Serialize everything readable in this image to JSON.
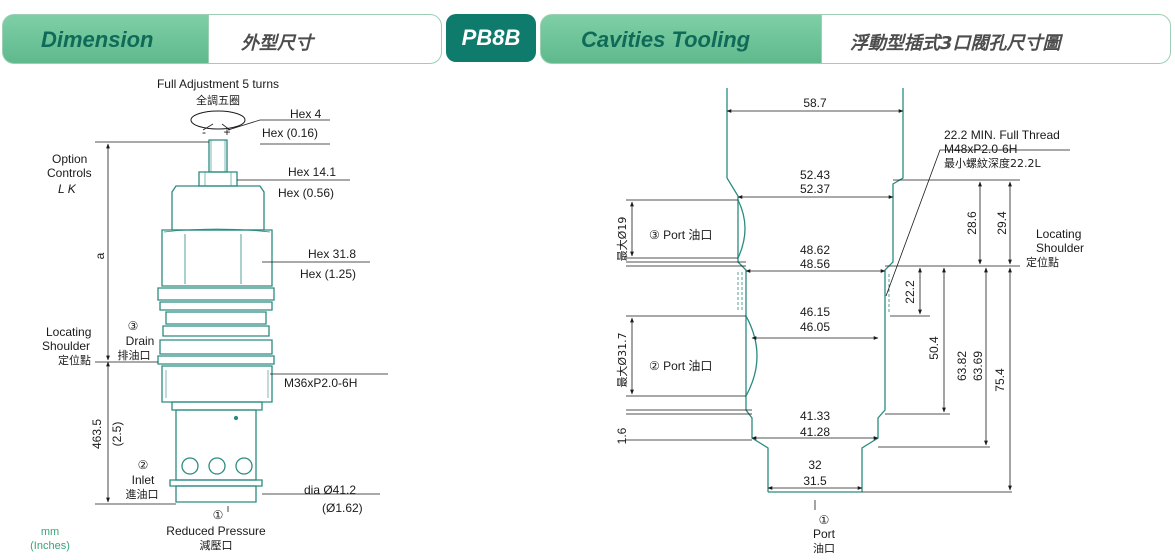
{
  "header": {
    "dimension_en": "Dimension",
    "dimension_zh": "外型尺寸",
    "model_code": "PB8B",
    "cavities_en": "Cavities Tooling",
    "cavities_zh": "浮動型插式3口閥孔尺寸圖"
  },
  "left": {
    "adjust": "Full Adjustment 5 turns",
    "adjust_zh": "全調五圈",
    "minus": "-",
    "plus": "+",
    "hex4": "Hex 4",
    "hex4_in": "Hex (0.16)",
    "option1": "Option",
    "option2": "Controls",
    "option_codes": "L    K",
    "hex141": "Hex 14.1",
    "hex141_in": "Hex (0.56)",
    "dim_a": "a",
    "hex318": "Hex 31.8",
    "hex318_in": "Hex (1.25)",
    "loc1": "Locating",
    "loc2": "Shoulder",
    "loc_zh": "定位點",
    "drain_no": "③",
    "drain": "Drain",
    "drain_zh": "排油口",
    "thread": "M36xP2.0-6H",
    "len": "463.5",
    "len_in": "(2.5)",
    "inlet_no": "②",
    "inlet": "Inlet",
    "inlet_zh": "進油口",
    "dia": "dia  Ø41.2",
    "dia_in": "(Ø1.62)",
    "rp_no": "①",
    "rp": "Reduced Pressure",
    "rp_zh": "減壓口",
    "unit_mm": "mm",
    "unit_in": "(Inches)"
  },
  "right": {
    "d587": "58.7",
    "thread1": "22.2 MIN. Full Thread",
    "thread2": "M48xP2.0-6H",
    "thread3": "最小螺紋深度22.2L",
    "d5243": "52.43",
    "d5237": "52.37",
    "d286": "28.6",
    "d294": "29.4",
    "loc1": "Locating",
    "loc2": "Shoulder",
    "loc_zh": "定位點",
    "port3": "③ Port 油口",
    "max19": "最大Ø19",
    "d4862": "48.62",
    "d4856": "48.56",
    "d222": "22.2",
    "d4615": "46.15",
    "d4605": "46.05",
    "d504": "50.4",
    "d6382": "63.82",
    "d6369": "63.69",
    "d754": "75.4",
    "port2": "② Port 油口",
    "max317": "最大Ø31.7",
    "d4133": "41.33",
    "d4128": "41.28",
    "d16": "1.6",
    "d32": "32",
    "d315": "31.5",
    "port1_no": "①",
    "port1": "Port",
    "port1_zh": "油口"
  }
}
